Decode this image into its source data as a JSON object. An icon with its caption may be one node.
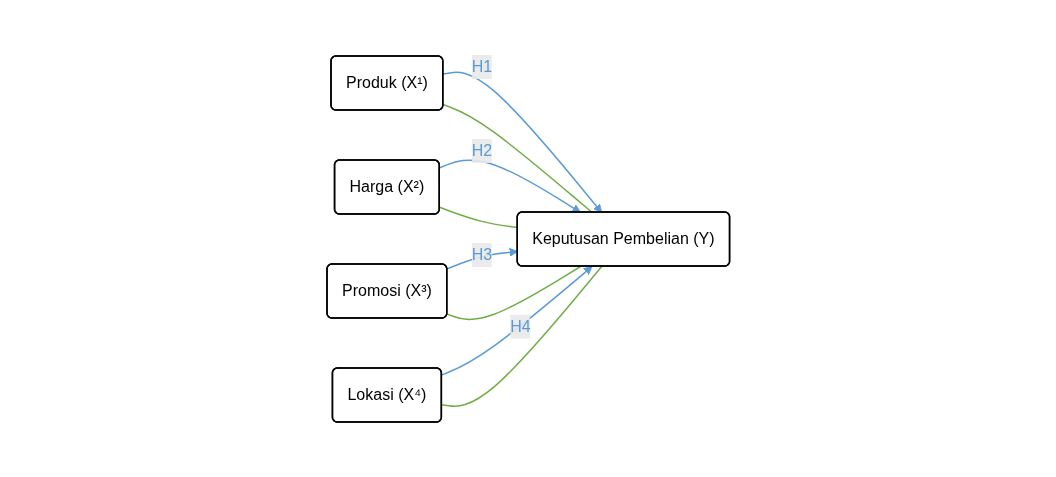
{
  "diagram": {
    "nodes": [
      {
        "text": [
          "Produk (X¹)"
        ]
      },
      {
        "text": [
          "Harga (X²)"
        ]
      },
      {
        "text": [
          "Promosi (X³)"
        ]
      },
      {
        "text": [
          "Lokasi (X⁴)"
        ]
      },
      {
        "text": [
          "Keputusan Pembelian (Y)"
        ]
      }
    ],
    "edges": [
      {
        "from": 0,
        "to": 4,
        "arrow": "to",
        "label": "H1",
        "color": "#5b9bd5"
      },
      {
        "from": 1,
        "to": 4,
        "arrow": "to",
        "label": "H2",
        "color": "#5b9bd5"
      },
      {
        "from": 2,
        "to": 4,
        "arrow": "to",
        "label": "H3",
        "color": "#5b9bd5"
      },
      {
        "from": 3,
        "to": 4,
        "arrow": "to",
        "label": "H4",
        "color": "#5b9bd5"
      },
      {
        "from": 0,
        "to": 4,
        "arrow": "none",
        "color": "#70ad47"
      },
      {
        "from": 1,
        "to": 4,
        "arrow": "none",
        "color": "#70ad47"
      },
      {
        "from": 2,
        "to": 4,
        "arrow": "none",
        "color": "#70ad47"
      },
      {
        "from": 3,
        "to": 4,
        "arrow": "none",
        "color": "#70ad47"
      }
    ]
  }
}
